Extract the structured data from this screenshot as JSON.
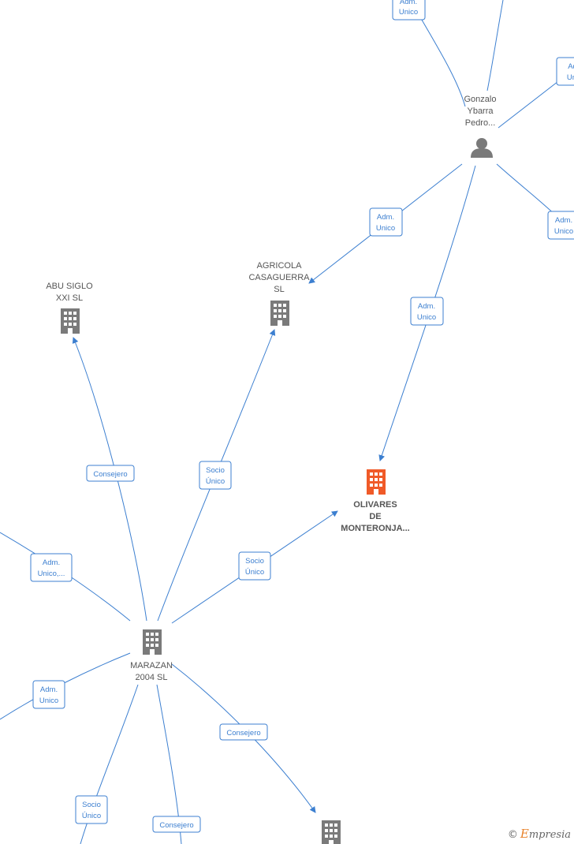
{
  "nodes": {
    "gonzalo": {
      "lines": [
        "Gonzalo",
        "Ybarra",
        "Pedro..."
      ],
      "kind": "person"
    },
    "agricola": {
      "lines": [
        "AGRICOLA",
        "CASAGUERRA",
        "SL"
      ],
      "kind": "company"
    },
    "abu": {
      "lines": [
        "ABU SIGLO",
        "XXI  SL"
      ],
      "kind": "company"
    },
    "olivares": {
      "lines": [
        "OLIVARES",
        "DE",
        "MONTERONJA..."
      ],
      "kind": "company-focus"
    },
    "marazan": {
      "lines": [
        "MARAZAN",
        "2004  SL"
      ],
      "kind": "company"
    },
    "bottom_company": {
      "lines": [],
      "kind": "company"
    }
  },
  "edge_labels": {
    "top_left": [
      "Adm.",
      "Unico"
    ],
    "top_right": [
      "Ad",
      "Uni"
    ],
    "gonzalo_right": [
      "Adm.",
      "Unico"
    ],
    "gonzalo_agricola": [
      "Adm.",
      "Unico"
    ],
    "gonzalo_olivares": [
      "Adm.",
      "Unico"
    ],
    "marazan_abu": [
      "Consejero"
    ],
    "marazan_agricola": [
      "Socio",
      "Único"
    ],
    "marazan_olivares": [
      "Socio",
      "Único"
    ],
    "marazan_left_top": [
      "Adm.",
      "Unico,..."
    ],
    "marazan_left_bottom": [
      "Adm.",
      "Unico"
    ],
    "marazan_bottom_company": [
      "Consejero"
    ],
    "marazan_bottom_left": [
      "Socio",
      "Único"
    ],
    "marazan_bottom": [
      "Consejero"
    ]
  },
  "colors": {
    "edge": "#3c7fd0",
    "node": "#7a7a7a",
    "focus": "#f05a28"
  },
  "icons": {
    "company": "building-icon",
    "person": "person-icon"
  },
  "brand": {
    "copyright": "©",
    "initial": "E",
    "rest": "mpresia"
  }
}
